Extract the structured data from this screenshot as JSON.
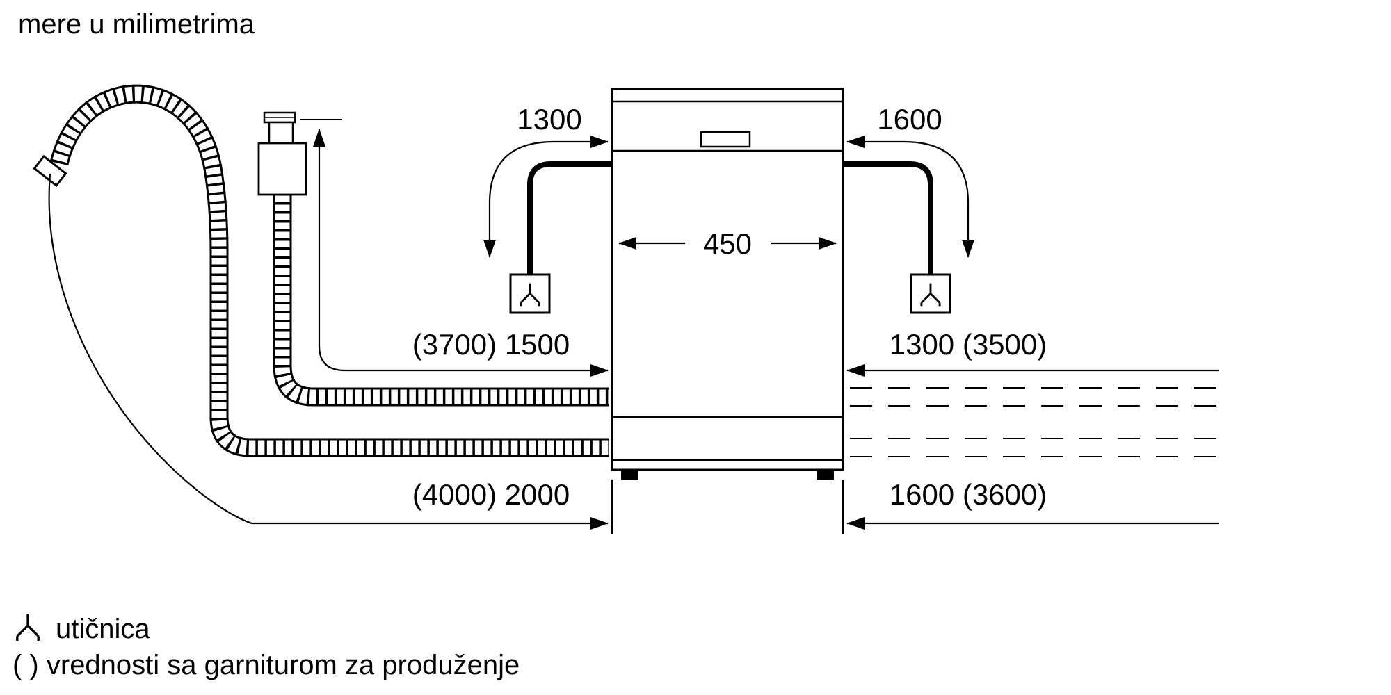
{
  "title": "mere u milimetrima",
  "labels": {
    "cord_left": "1300",
    "cord_right": "1600",
    "appliance_width": "450",
    "inlet_hose": "(3700) 1500",
    "right_upper": "1300 (3500)",
    "drain_hose": "(4000) 2000",
    "right_lower": "1600 (3600)"
  },
  "legend": {
    "socket": "utičnica",
    "parentheses_note": "( ) vrednosti sa garniturom za produženje"
  },
  "colors": {
    "line": "#000000",
    "background": "#ffffff"
  }
}
